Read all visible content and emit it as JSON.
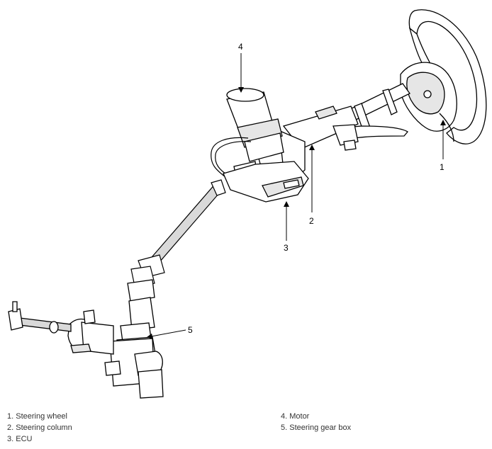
{
  "callouts": [
    "1",
    "2",
    "3",
    "4",
    "5"
  ],
  "legend": {
    "left": [
      "1. Steering wheel",
      "2. Steering column",
      "3. ECU"
    ],
    "right": [
      "4. Motor",
      "5. Steering gear box"
    ]
  },
  "colors": {
    "line": "#000000",
    "fill": "#ffffff",
    "shade": "#d9d9d9",
    "text": "#333333"
  }
}
